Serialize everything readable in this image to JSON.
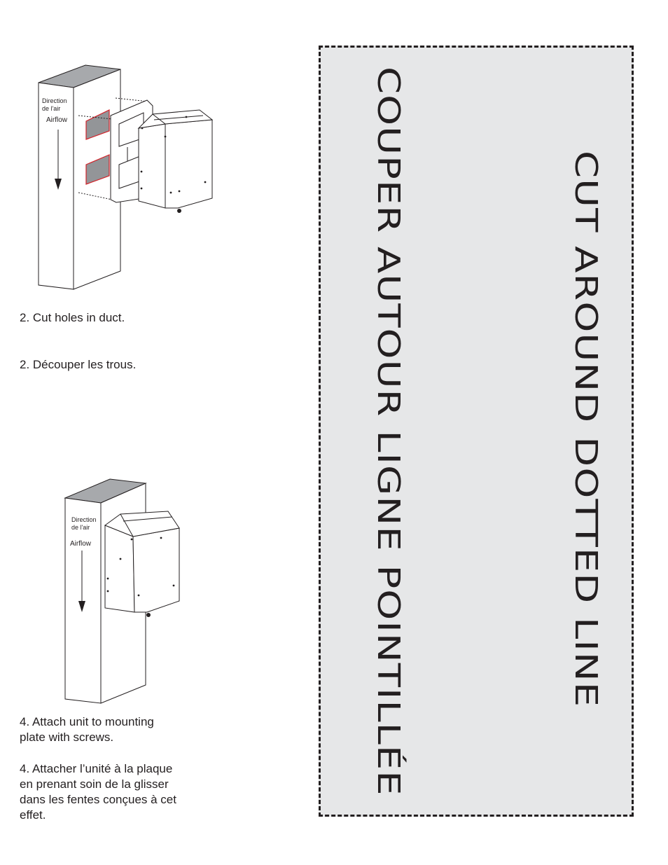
{
  "figure1": {
    "label_fr": [
      "Direction",
      "de l'air"
    ],
    "label_en": "Airflow",
    "caption_en": "2. Cut holes in duct.",
    "caption_fr": "2. Découper les trous."
  },
  "figure2": {
    "label_fr": [
      "Direction",
      "de l'air"
    ],
    "label_en": "Airflow",
    "caption_en": [
      "4. Attach unit to mounting",
      "plate with screws."
    ],
    "caption_fr": [
      "4. Attacher l’unité à la plaque",
      "en prenant soin de la glisser",
      "dans les fentes conçues à cet",
      "effet."
    ]
  },
  "cut_zone": {
    "text_en": "CUT AROUND DOTTED LINE",
    "text_fr": "COUPER AUTOUR LIGNE POINTILLÉE",
    "fill_color": "#e6e7e8",
    "border_color": "#231f20"
  },
  "colors": {
    "hole_fill": "#939598",
    "hole_outline": "#d2232a",
    "duct_top": "#a7a9ac",
    "ink": "#231f20"
  }
}
